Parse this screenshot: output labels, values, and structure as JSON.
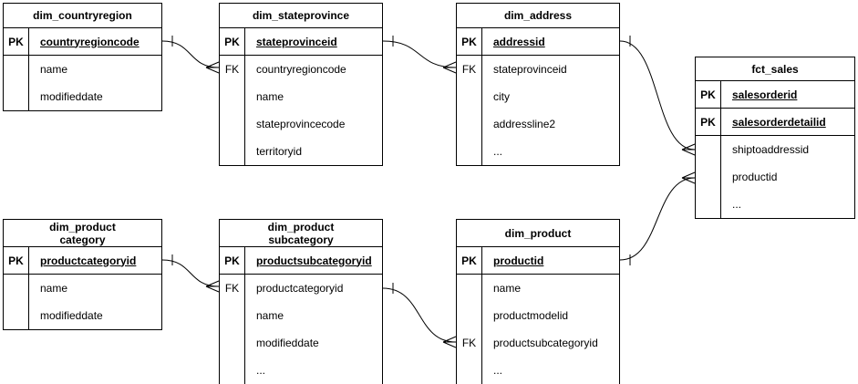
{
  "diagram": {
    "type": "entity-relationship",
    "background": "#ffffff",
    "line_color": "#000000",
    "text_color": "#000000"
  },
  "tables": [
    {
      "id": "dim_countryregion",
      "title_lines": [
        "dim_countryregion"
      ],
      "rows": [
        {
          "key": "PK",
          "field": "countryregioncode",
          "is_pk": true
        },
        {
          "key": "",
          "field": "name",
          "is_pk": false
        },
        {
          "key": "",
          "field": "modifieddate",
          "is_pk": false
        }
      ]
    },
    {
      "id": "dim_stateprovince",
      "title_lines": [
        "dim_stateprovince"
      ],
      "rows": [
        {
          "key": "PK",
          "field": "stateprovinceid",
          "is_pk": true
        },
        {
          "key": "FK",
          "field": "countryregioncode",
          "is_pk": false
        },
        {
          "key": "",
          "field": "name",
          "is_pk": false
        },
        {
          "key": "",
          "field": "stateprovincecode",
          "is_pk": false
        },
        {
          "key": "",
          "field": "territoryid",
          "is_pk": false
        }
      ]
    },
    {
      "id": "dim_address",
      "title_lines": [
        "dim_address"
      ],
      "rows": [
        {
          "key": "PK",
          "field": "addressid",
          "is_pk": true
        },
        {
          "key": "FK",
          "field": "stateprovinceid",
          "is_pk": false
        },
        {
          "key": "",
          "field": "city",
          "is_pk": false
        },
        {
          "key": "",
          "field": "addressline2",
          "is_pk": false
        },
        {
          "key": "",
          "field": "...",
          "is_pk": false
        }
      ]
    },
    {
      "id": "fct_sales",
      "title_lines": [
        "fct_sales"
      ],
      "rows": [
        {
          "key": "PK",
          "field": "salesorderid",
          "is_pk": true
        },
        {
          "key": "PK",
          "field": "salesorderdetailid",
          "is_pk": true
        },
        {
          "key": "",
          "field": "shiptoaddressid",
          "is_pk": false
        },
        {
          "key": "",
          "field": "productid",
          "is_pk": false
        },
        {
          "key": "",
          "field": "...",
          "is_pk": false
        }
      ]
    },
    {
      "id": "dim_productcategory",
      "title_lines": [
        "dim_product",
        "category"
      ],
      "rows": [
        {
          "key": "PK",
          "field": "productcategoryid",
          "is_pk": true
        },
        {
          "key": "",
          "field": "name",
          "is_pk": false
        },
        {
          "key": "",
          "field": "modifieddate",
          "is_pk": false
        }
      ]
    },
    {
      "id": "dim_productsubcategory",
      "title_lines": [
        "dim_product",
        "subcategory"
      ],
      "rows": [
        {
          "key": "PK",
          "field": "productsubcategoryid",
          "is_pk": true
        },
        {
          "key": "FK",
          "field": "productcategoryid",
          "is_pk": false
        },
        {
          "key": "",
          "field": "name",
          "is_pk": false
        },
        {
          "key": "",
          "field": "modifieddate",
          "is_pk": false
        },
        {
          "key": "",
          "field": "...",
          "is_pk": false
        }
      ]
    },
    {
      "id": "dim_product",
      "title_lines": [
        "dim_product"
      ],
      "rows": [
        {
          "key": "PK",
          "field": "productid",
          "is_pk": true
        },
        {
          "key": "",
          "field": "name",
          "is_pk": false
        },
        {
          "key": "",
          "field": "productmodelid",
          "is_pk": false
        },
        {
          "key": "FK",
          "field": "productsubcategoryid",
          "is_pk": false
        },
        {
          "key": "",
          "field": "...",
          "is_pk": false
        }
      ]
    }
  ],
  "relations": [
    {
      "from": "dim_countryregion",
      "from_field": "countryregioncode",
      "to": "dim_stateprovince",
      "to_field": "countryregioncode",
      "cardinality": "one-to-many"
    },
    {
      "from": "dim_stateprovince",
      "from_field": "stateprovinceid",
      "to": "dim_address",
      "to_field": "stateprovinceid",
      "cardinality": "one-to-many"
    },
    {
      "from": "dim_address",
      "from_field": "addressid",
      "to": "fct_sales",
      "to_field": "shiptoaddressid",
      "cardinality": "one-to-many"
    },
    {
      "from": "dim_productcategory",
      "from_field": "productcategoryid",
      "to": "dim_productsubcategory",
      "to_field": "productcategoryid",
      "cardinality": "one-to-many"
    },
    {
      "from": "dim_productsubcategory",
      "from_field": "productsubcategoryid",
      "to": "dim_product",
      "to_field": "productsubcategoryid",
      "cardinality": "one-to-many"
    },
    {
      "from": "dim_product",
      "from_field": "productid",
      "to": "fct_sales",
      "to_field": "productid",
      "cardinality": "one-to-many"
    }
  ]
}
